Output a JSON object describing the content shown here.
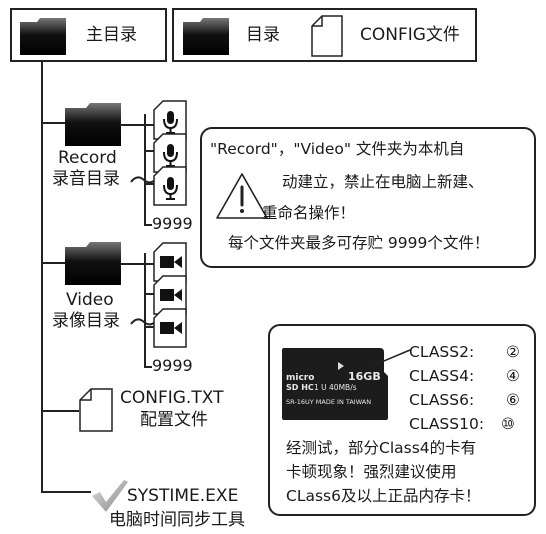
{
  "legend": {
    "main_dir": "主目录",
    "dir": "目录",
    "config_file": "CONFIG文件"
  },
  "record": {
    "name": "Record",
    "cn_name": "录音目录",
    "count": "9999"
  },
  "video": {
    "name": "Video",
    "cn_name": "录像目录",
    "count": "9999"
  },
  "config_txt": {
    "name": "CONFIG.TXT",
    "cn_name": "配置文件"
  },
  "systime": {
    "name": "SYSTIME.EXE",
    "cn_name": "电脑时间同步工具"
  },
  "warning": {
    "line1": "\"Record\"，\"Video\" 文件夹为本机自",
    "line2": "动建立，禁止在电脑上新建、",
    "line3": "重命名操作！",
    "line4": "每个文件夹最多可存贮 9999个文件！"
  },
  "sd_note": {
    "class2": "CLASS2:",
    "class2_sym": "②",
    "class4": "CLASS4:",
    "class4_sym": "④",
    "class6": "CLASS6:",
    "class6_sym": "⑥",
    "class10": "CLASS10:",
    "class10_sym": "⑩",
    "line1": "经测试，部分Class4的卡有",
    "line2": "卡顿现象！强烈建议使用",
    "line3": "CLass6及以上正品内存卡！"
  },
  "sd_card": {
    "brand_top": "micro",
    "brand_bot": "SD HC",
    "capacity": "16GB",
    "speed": "1 U 40MB/s",
    "model": "SR-16UY MADE IN TAIWAN"
  },
  "icons": {
    "folder": "folder-icon",
    "document": "document-icon",
    "microphone": "microphone-icon",
    "camera": "video-camera-icon",
    "warning": "warning-icon",
    "checkmark": "checkmark-icon"
  }
}
